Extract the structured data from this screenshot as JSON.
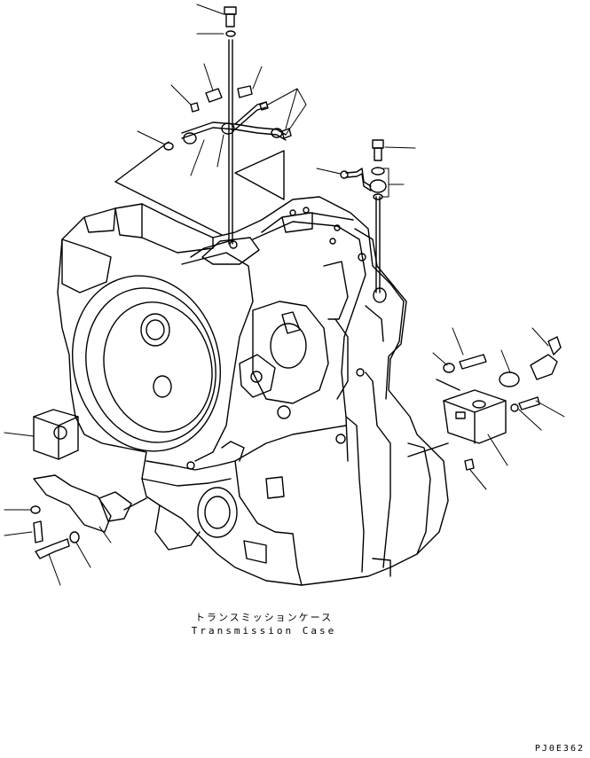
{
  "caption": {
    "japanese": "トランスミッションケース",
    "english": "Transmission Case"
  },
  "drawing_code": "PJ0E362",
  "colors": {
    "ink": "#000000",
    "paper": "#ffffff"
  }
}
